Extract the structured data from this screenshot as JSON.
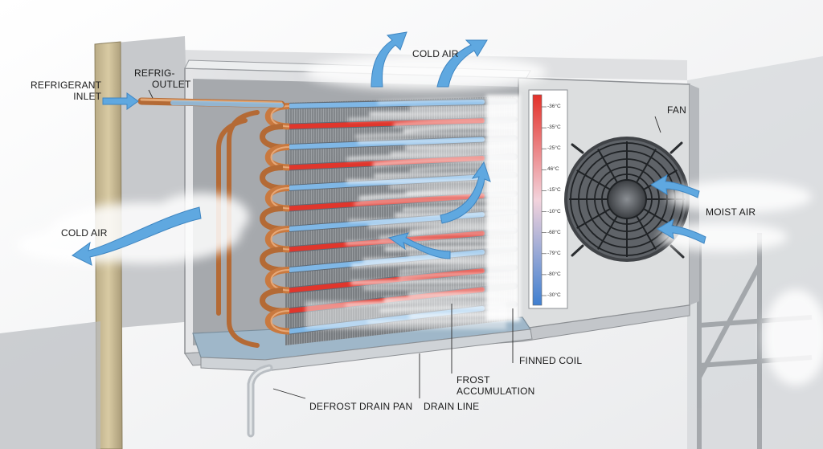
{
  "labels": {
    "refrigerant_inlet": [
      "REFRIGERANT",
      "INLET"
    ],
    "refrig_outlet": [
      "REFRIG-",
      "OUTLET"
    ],
    "cold_air_top": "COLD AIR",
    "cold_air_left": "COLD AIR",
    "fan": "FAN",
    "moist_air": "MOIST AIR",
    "finned_coil": "FINNED COIL",
    "frost_accumulation": [
      "FROST",
      "ACCUMULATION"
    ],
    "defrost_drain_pan": "DEFROST DRAIN PAN",
    "drain_line": "DRAIN LINE"
  },
  "temperature_scale": [
    "-36°C",
    "-35°C",
    "-25°C",
    "46°C",
    "-15°C",
    "-10°C",
    "-68°C",
    "-79°C",
    "-80°C",
    "-30°C"
  ],
  "colors": {
    "cold_tube": "#7fb7e6",
    "warm_tube": "#e0362c",
    "copper": "#c9793f",
    "air_arrow": "#5fa8e0",
    "housing": "#d9dadd",
    "frost": "#ffffff"
  }
}
